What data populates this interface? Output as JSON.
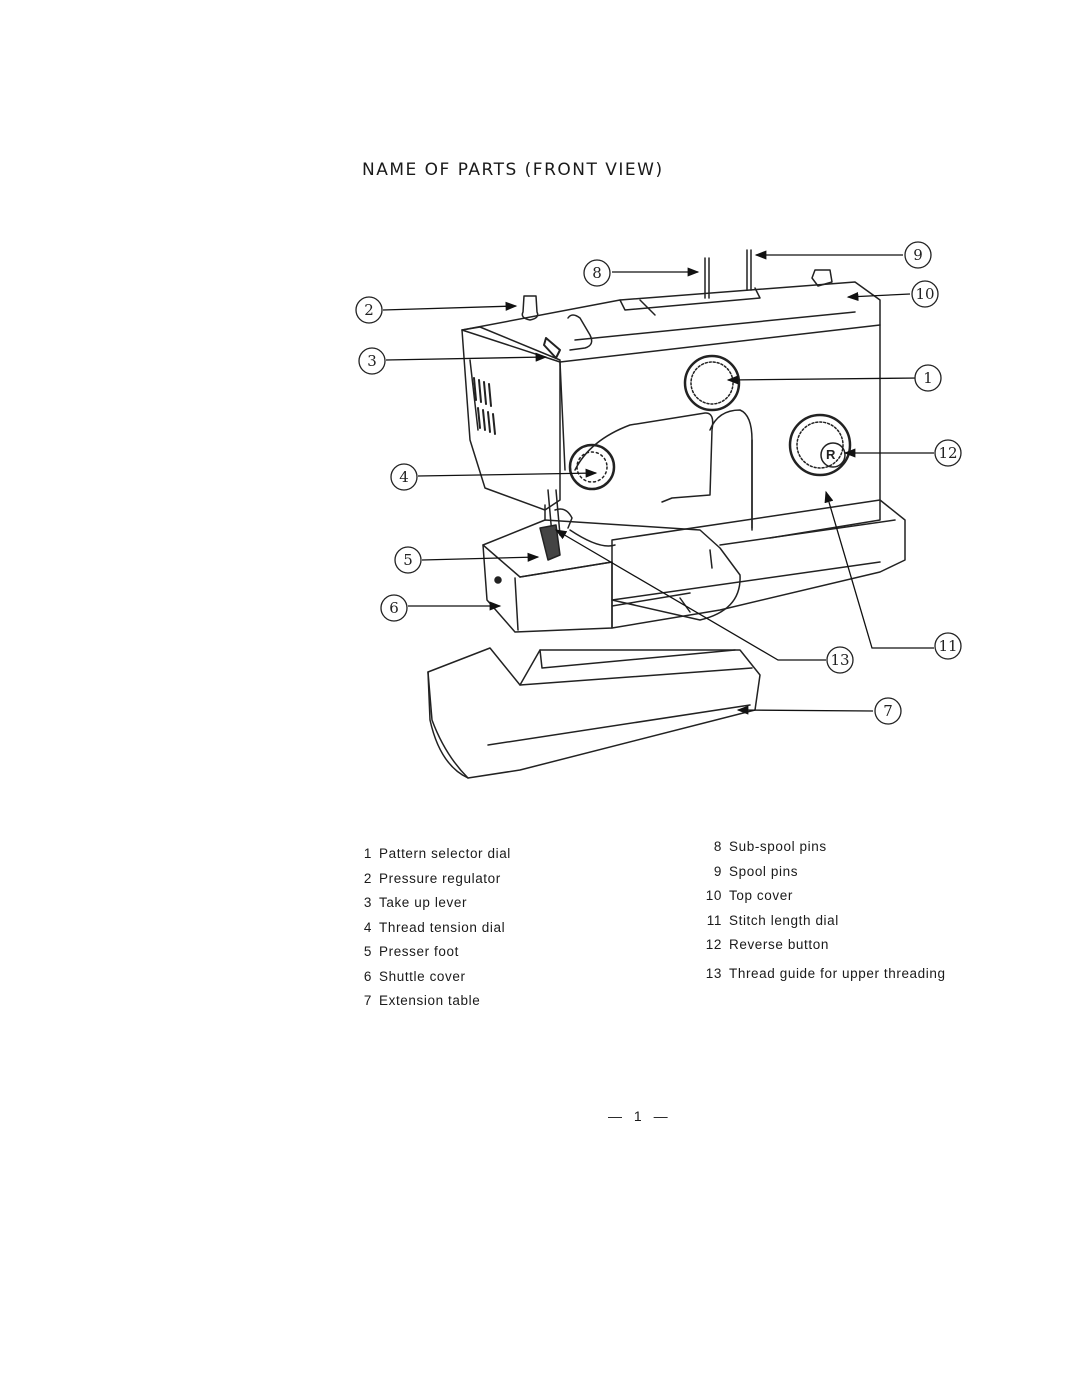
{
  "title": "NAME OF PARTS (FRONT VIEW)",
  "callouts": [
    "1",
    "2",
    "3",
    "4",
    "5",
    "6",
    "7",
    "8",
    "9",
    "10",
    "11",
    "12",
    "13"
  ],
  "dial_letter": "R",
  "parts_left": [
    {
      "num": "1",
      "label": "Pattern selector dial"
    },
    {
      "num": "2",
      "label": "Pressure regulator"
    },
    {
      "num": "3",
      "label": "Take up lever"
    },
    {
      "num": "4",
      "label": "Thread tension dial"
    },
    {
      "num": "5",
      "label": "Presser foot"
    },
    {
      "num": "6",
      "label": "Shuttle cover"
    },
    {
      "num": "7",
      "label": "Extension table"
    }
  ],
  "parts_right": [
    {
      "num": "8",
      "label": "Sub-spool pins"
    },
    {
      "num": "9",
      "label": "Spool pins"
    },
    {
      "num": "10",
      "label": "Top cover"
    },
    {
      "num": "11",
      "label": "Stitch length dial"
    },
    {
      "num": "12",
      "label": "Reverse button"
    },
    {
      "num": "13",
      "label": "Thread guide for upper threading"
    }
  ],
  "page_number": "— 1 —"
}
